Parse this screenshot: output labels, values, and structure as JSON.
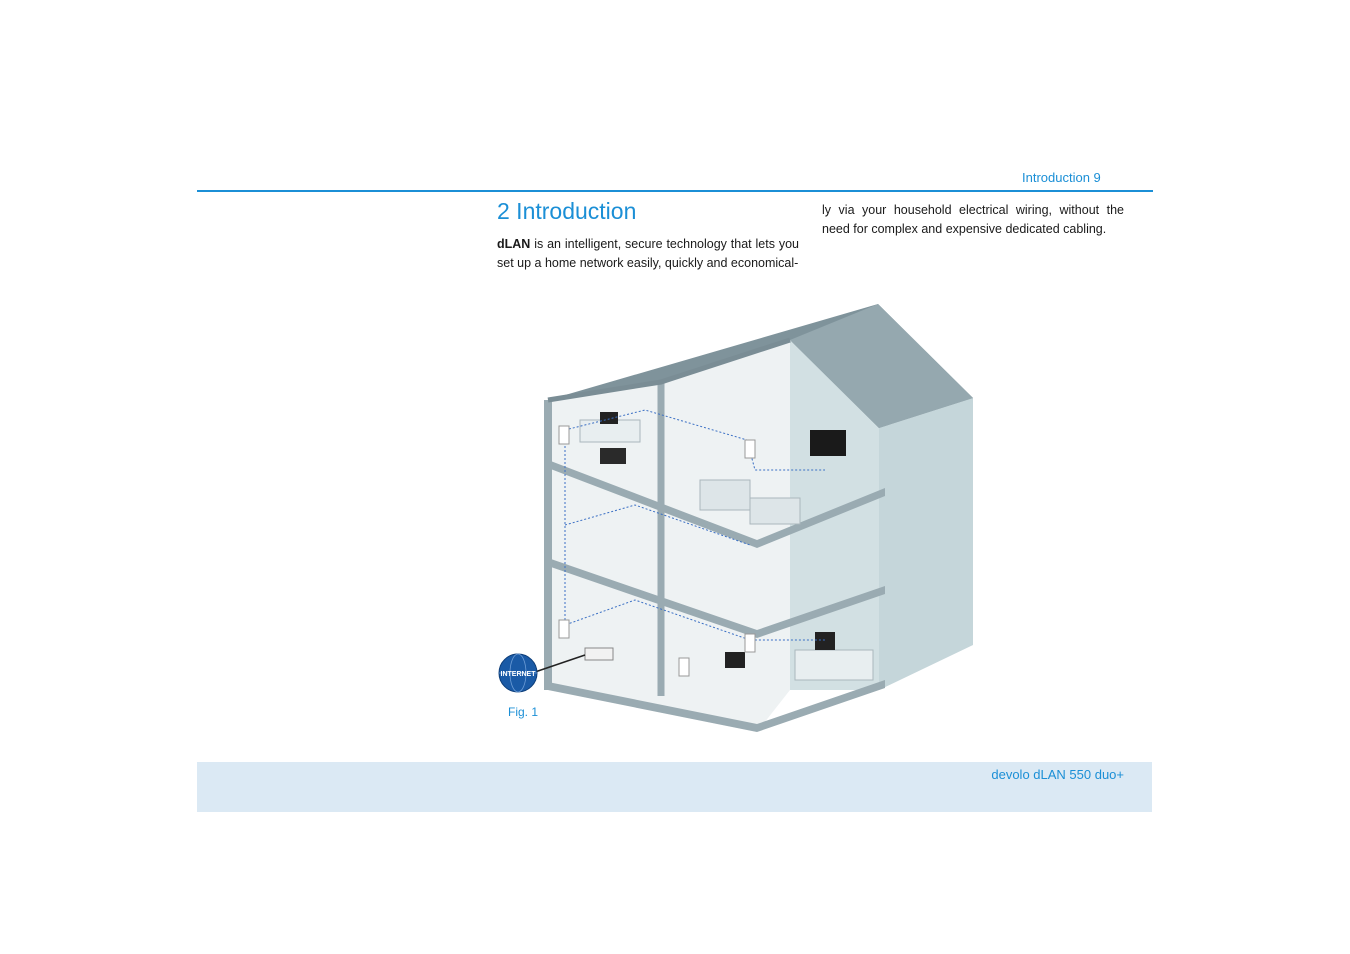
{
  "header": {
    "running_head": "Introduction 9"
  },
  "chapter": {
    "title": "2  Introduction"
  },
  "body": {
    "lead_term": "dLAN",
    "left_text": " is an intelligent, secure technology that lets you set up a home network easily, quickly and economical-",
    "right_text": "ly via your household electrical wiring, without the need for complex and expensive dedicated cabling."
  },
  "figure": {
    "caption": "Fig. 1",
    "globe_label": "INTERNET"
  },
  "footer": {
    "product": "devolo dLAN 550 duo+"
  },
  "colors": {
    "accent": "#1b8fd6",
    "footer_bg": "#dbe9f4",
    "wall_dark": "#8a9ba3",
    "wall_light": "#c9d8dc"
  }
}
